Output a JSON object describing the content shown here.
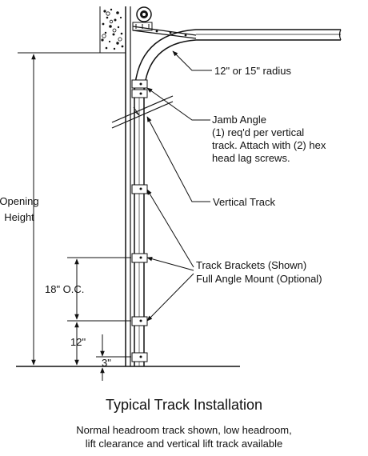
{
  "labels": {
    "radius": "12\" or 15\" radius",
    "jamb_line1": "Jamb Angle",
    "jamb_line2": "(1) req'd per vertical",
    "jamb_line3": "track. Attach with (2) hex",
    "jamb_line4": "head lag screws.",
    "vertical_track": "Vertical Track",
    "brackets_line1": "Track Brackets (Shown)",
    "brackets_line2": "Full Angle Mount (Optional)",
    "opening_line1": "Opening",
    "opening_line2": "Height",
    "oc": "18\" O.C.",
    "twelve": "12\"",
    "three": "3\""
  },
  "caption": {
    "title": "Typical Track Installation",
    "subtitle_line1": "Normal headroom track shown, low headroom,",
    "subtitle_line2": "lift clearance and vertical lift track available"
  }
}
